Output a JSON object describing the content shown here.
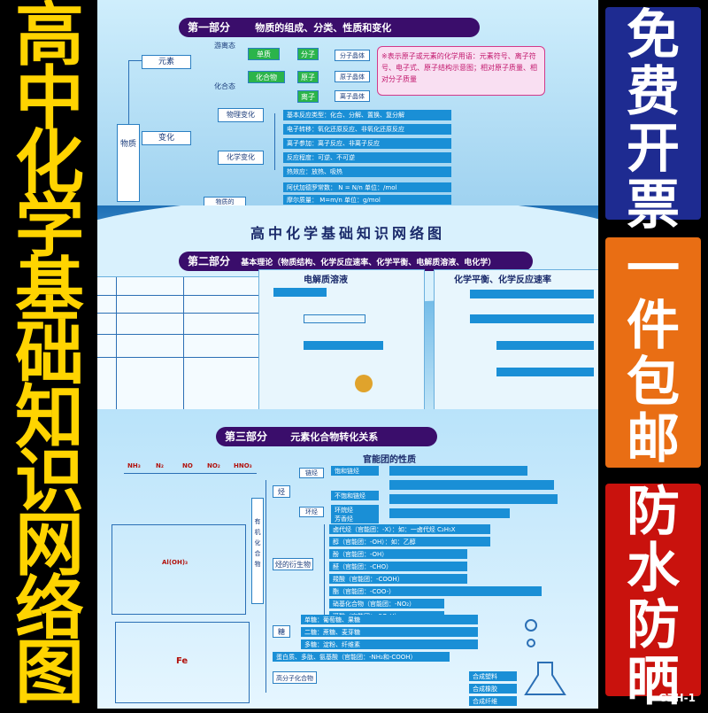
{
  "left_title": [
    "高",
    "中",
    "化",
    "学",
    "基",
    "础",
    "知",
    "识",
    "网",
    "络",
    "图"
  ],
  "badges": {
    "blue": [
      "免",
      "费",
      "开",
      "票"
    ],
    "orange": [
      "一",
      "件",
      "包",
      "邮"
    ],
    "red": [
      "防",
      "水",
      "防",
      "晒"
    ]
  },
  "code": "GZH-1",
  "part1": {
    "heading": "第一部分",
    "subtitle": "物质的组成、分类、性质和变化",
    "root": "物质",
    "element": "元素",
    "free_state": "游离态",
    "combined_state": "化合态",
    "simple": "单质",
    "compound": "化合物",
    "molecule": "分子",
    "atom": "原子",
    "ion": "离子",
    "molecular_crystal": "分子晶体",
    "atomic_crystal": "原子晶体",
    "ionic_crystal": "离子晶体",
    "change": "变化",
    "physical_change": "物理变化",
    "chemical_change": "化学变化",
    "note": "※表示原子或元素的化学用语：元素符号、离子符号、电子式、原子结构示意图；相对原子质量、相对分子质量",
    "bars": [
      "基本反应类型：化合、分解、置换、复分解",
      "电子转移：氧化还原反应、非氧化还原反应",
      "离子参加：离子反应、非离子反应",
      "反应程度：可逆、不可逆",
      "热效应：放热、吸热"
    ],
    "avogadro": "阿伏加德罗常数：",
    "avogadro_formula": "N = N/n   单位：/mol",
    "molar_mass": "摩尔质量：",
    "molar_formula": "M=m/n   单位：g/mol",
    "amount_label": "物质的"
  },
  "part2": {
    "main_title": "高中化学基础知识网络图",
    "heading": "第二部分",
    "subtitle": "基本理论（物质结构、化学反应速率、化学平衡、电解质溶液、电化学）",
    "electrolyte_title": "电解质溶液",
    "equilibrium_title": "化学平衡、化学反应速率"
  },
  "part3": {
    "heading": "第三部分",
    "subtitle": "元素化合物转化关系",
    "functional_title": "官能团的性质",
    "organic_label": "有机化合物",
    "hydrocarbon": "烃",
    "derivative": "烃的衍生物",
    "sugar": "糖",
    "protein": "蛋白质、多肽、氨基酸（官能团：-NH₂和-COOH）",
    "polymer": "高分子化合物",
    "polymer_items": [
      "合成塑料",
      "合成橡胶",
      "合成纤维"
    ],
    "chain_items": [
      "链烃",
      "环烃"
    ],
    "derivative_items": [
      "卤代烃（官能团：-X）：如：一卤代烃 C₂H₅X",
      "醇（官能团：-OH）：如：乙醇",
      "酚（官能团：-OH）",
      "醛（官能团：-CHO）",
      "羧酸（官能团：-COOH）",
      "酯（官能团：-COO-）",
      "硝基化合物（官能团：-NO₂）",
      "磺酸（官能团：-SO₃H）"
    ],
    "sugar_items": [
      "单糖：葡萄糖、果糖",
      "二糖：蔗糖、麦芽糖",
      "多糖：淀粉、纤维素"
    ],
    "hydrocarbon_items": [
      "饱和链烃",
      "不饱和链烃",
      "环烷烃",
      "芳香烃"
    ],
    "n_chain": [
      "NH₃",
      "N₂",
      "NO",
      "NO₂",
      "HNO₃"
    ],
    "al_center": "Al(OH)₃",
    "fe_center": "Fe"
  },
  "colors": {
    "yellow": "#ffd400",
    "blue": "#1e2b91",
    "orange": "#e96e14",
    "red": "#c9120d",
    "section_head": "#3a0d6b"
  }
}
